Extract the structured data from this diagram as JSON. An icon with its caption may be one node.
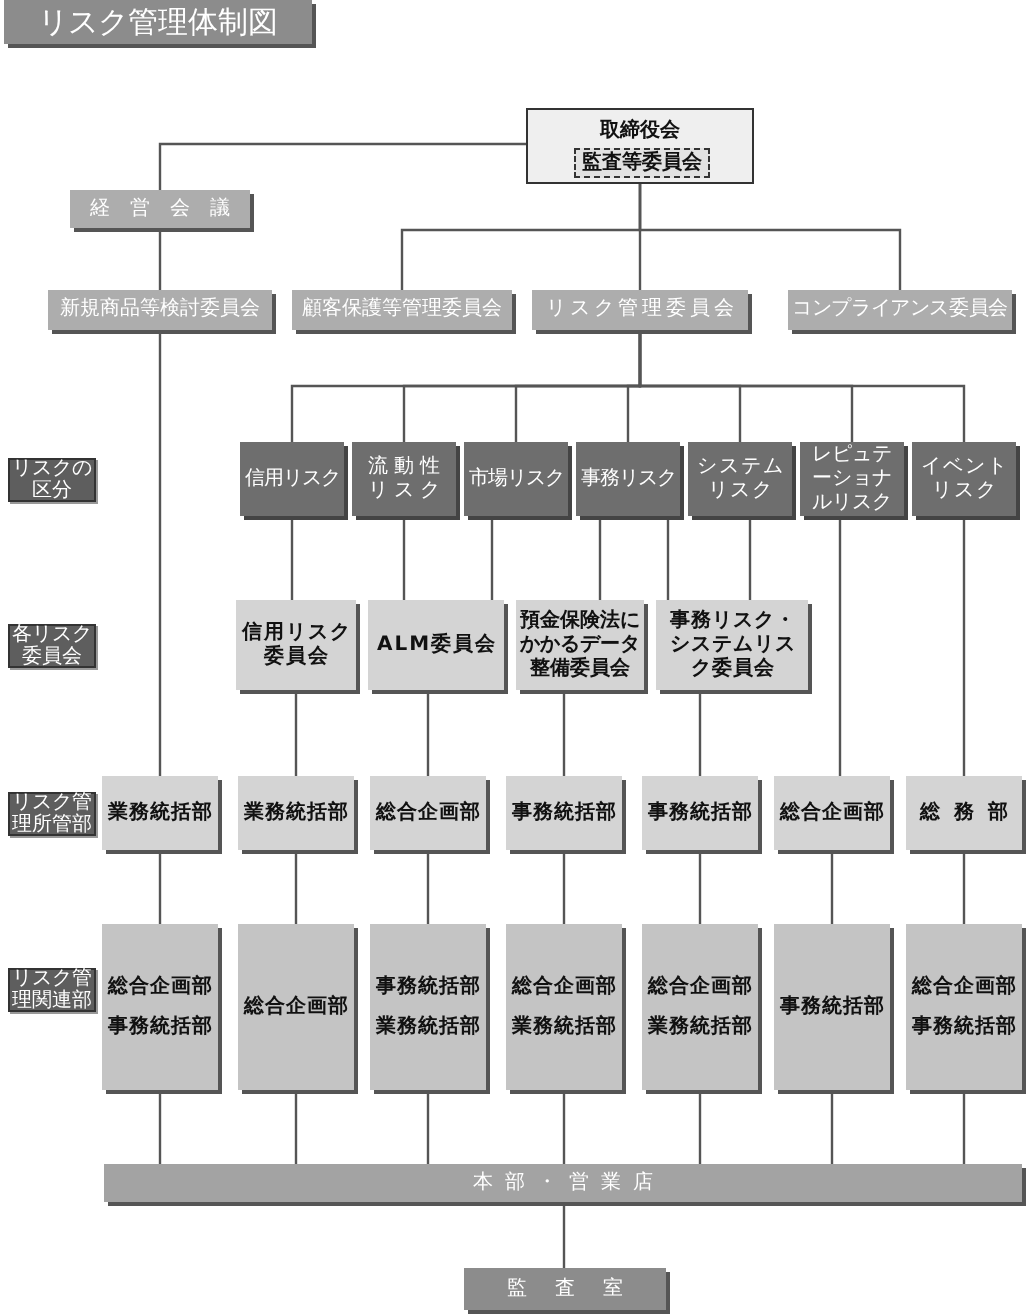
{
  "diagram": {
    "title": "リスク管理体制図",
    "nodes": [
      {
        "text": [
          "取締役会"
        ]
      },
      {
        "text": [
          "監査等委員会"
        ],
        "in": 0
      },
      {
        "text": [
          "経営会議"
        ]
      },
      {
        "text": [
          "新規商品等検討委員会"
        ]
      },
      {
        "text": [
          "顧客保護等管理委員会"
        ]
      },
      {
        "text": [
          "リスク管理委員会"
        ]
      },
      {
        "text": [
          "コンプライアンス委員会"
        ]
      },
      {
        "text": [
          "信用リスク"
        ]
      },
      {
        "text": [
          "流動性リスク"
        ]
      },
      {
        "text": [
          "市場リスク"
        ]
      },
      {
        "text": [
          "事務リスク"
        ]
      },
      {
        "text": [
          "システムリスク"
        ]
      },
      {
        "text": [
          "レピュテーショナルリスク"
        ]
      },
      {
        "text": [
          "イベントリスク"
        ]
      },
      {
        "text": [
          "信用リスク委員会"
        ]
      },
      {
        "text": [
          "ALM委員会"
        ]
      },
      {
        "text": [
          "預金保険法にかかるデータ整備委員会"
        ]
      },
      {
        "text": [
          "事務リスク・システムリスク委員会"
        ]
      },
      {
        "text": [
          "業務統括部"
        ]
      },
      {
        "text": [
          "業務統括部"
        ]
      },
      {
        "text": [
          "総合企画部"
        ]
      },
      {
        "text": [
          "事務統括部"
        ]
      },
      {
        "text": [
          "事務統括部"
        ]
      },
      {
        "text": [
          "総合企画部"
        ]
      },
      {
        "text": [
          "総務部"
        ]
      },
      {
        "text": [
          "総合企画部",
          "事務統括部"
        ]
      },
      {
        "text": [
          "総合企画部"
        ]
      },
      {
        "text": [
          "事務統括部",
          "業務統括部"
        ]
      },
      {
        "text": [
          "総合企画部",
          "業務統括部"
        ]
      },
      {
        "text": [
          "総合企画部",
          "業務統括部"
        ]
      },
      {
        "text": [
          "事務統括部"
        ]
      },
      {
        "text": [
          "総合企画部",
          "事務統括部"
        ]
      },
      {
        "text": [
          "本部・営業店"
        ]
      },
      {
        "text": [
          "監査室"
        ]
      },
      {
        "text": [
          "リスクの区分"
        ]
      },
      {
        "text": [
          "各リスク委員会"
        ]
      },
      {
        "text": [
          "リスク管理所管部"
        ]
      },
      {
        "text": [
          "リスク管理関連部"
        ]
      }
    ],
    "edges": [
      {
        "from": 0,
        "to": 2,
        "arrow": "none"
      },
      {
        "from": 0,
        "to": 4,
        "arrow": "none"
      },
      {
        "from": 0,
        "to": 5,
        "arrow": "none"
      },
      {
        "from": 0,
        "to": 6,
        "arrow": "none"
      },
      {
        "from": 2,
        "to": 3,
        "arrow": "none"
      },
      {
        "from": 3,
        "to": 18,
        "arrow": "none"
      },
      {
        "from": 5,
        "to": 7,
        "arrow": "none"
      },
      {
        "from": 5,
        "to": 8,
        "arrow": "none"
      },
      {
        "from": 5,
        "to": 9,
        "arrow": "none"
      },
      {
        "from": 5,
        "to": 10,
        "arrow": "none"
      },
      {
        "from": 5,
        "to": 11,
        "arrow": "none"
      },
      {
        "from": 5,
        "to": 12,
        "arrow": "none"
      },
      {
        "from": 5,
        "to": 13,
        "arrow": "none"
      },
      {
        "from": 7,
        "to": 14,
        "arrow": "none"
      },
      {
        "from": 8,
        "to": 15,
        "arrow": "none"
      },
      {
        "from": 9,
        "to": 15,
        "arrow": "none"
      },
      {
        "from": 10,
        "to": 16,
        "arrow": "none"
      },
      {
        "from": 10,
        "to": 17,
        "arrow": "none"
      },
      {
        "from": 11,
        "to": 17,
        "arrow": "none"
      },
      {
        "from": 12,
        "to": 23,
        "arrow": "none"
      },
      {
        "from": 13,
        "to": 24,
        "arrow": "none"
      },
      {
        "from": 14,
        "to": 19,
        "arrow": "none"
      },
      {
        "from": 15,
        "to": 20,
        "arrow": "none"
      },
      {
        "from": 16,
        "to": 21,
        "arrow": "none"
      },
      {
        "from": 17,
        "to": 22,
        "arrow": "none"
      },
      {
        "from": 18,
        "to": 25,
        "arrow": "none"
      },
      {
        "from": 19,
        "to": 26,
        "arrow": "none"
      },
      {
        "from": 20,
        "to": 27,
        "arrow": "none"
      },
      {
        "from": 21,
        "to": 28,
        "arrow": "none"
      },
      {
        "from": 22,
        "to": 29,
        "arrow": "none"
      },
      {
        "from": 23,
        "to": 30,
        "arrow": "none"
      },
      {
        "from": 24,
        "to": 31,
        "arrow": "none"
      },
      {
        "from": 25,
        "to": 32,
        "arrow": "none"
      },
      {
        "from": 26,
        "to": 32,
        "arrow": "none"
      },
      {
        "from": 27,
        "to": 32,
        "arrow": "none"
      },
      {
        "from": 28,
        "to": 32,
        "arrow": "none"
      },
      {
        "from": 29,
        "to": 32,
        "arrow": "none"
      },
      {
        "from": 30,
        "to": 32,
        "arrow": "none"
      },
      {
        "from": 31,
        "to": 32,
        "arrow": "none"
      },
      {
        "from": 32,
        "to": 33,
        "arrow": "none"
      }
    ]
  }
}
